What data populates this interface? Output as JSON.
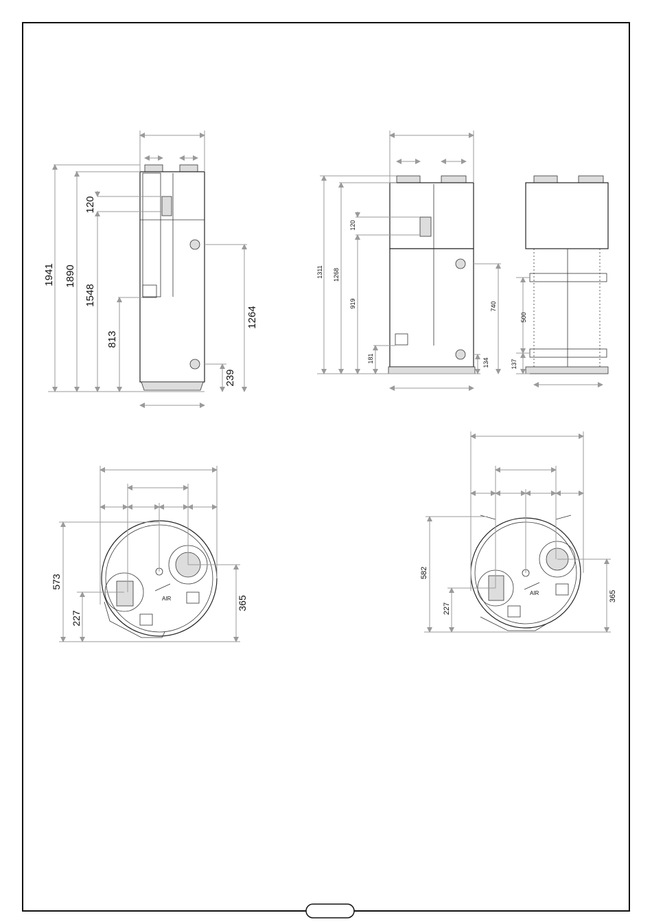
{
  "views": {
    "front_tall": {
      "height_1": "1941",
      "height_2": "1890",
      "height_3": "1548",
      "height_4": "813",
      "panel_height": "120",
      "upper_connection": "1264",
      "lower_connection": "239"
    },
    "front_short": {
      "height_1": "1311",
      "height_2": "1268",
      "height_3": "919",
      "height_4": "181",
      "panel_height": "120",
      "upper_connection": "740",
      "lower_connection": "134"
    },
    "side_short": {
      "bracket_spacing": "500",
      "bracket_base": "137"
    },
    "top_tall": {
      "depth": "573",
      "inlet_offset": "227",
      "outlet_offset": "365",
      "arrow_label": "AIR"
    },
    "top_short": {
      "depth": "582",
      "inlet_offset": "227",
      "outlet_offset": "365",
      "arrow_label": "AIR"
    }
  }
}
